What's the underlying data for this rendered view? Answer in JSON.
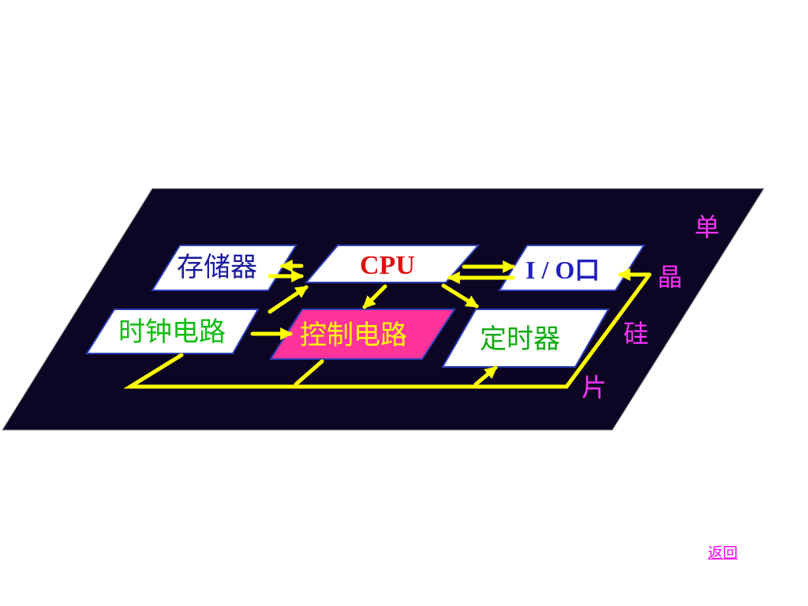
{
  "colors": {
    "chip": "#0c0524",
    "box_fill": "#ffffff",
    "box_border": "#2e3fb8",
    "control_fill": "#ff3399",
    "connector": "#ffff00",
    "memory_text": "#1a1aa0",
    "cpu_text": "#e01010",
    "io_text": "#2020c0",
    "clock_text": "#11bb11",
    "control_text": "#ffff00",
    "timer_text": "#11aa11",
    "side_text": "#ff33ff",
    "link_text": "#ff00ff"
  },
  "diagram": {
    "memory": "存储器",
    "cpu": "CPU",
    "io": "I / O口",
    "clock": "时钟电路",
    "control": "控制电路",
    "timer": "定时器"
  },
  "chip_label": [
    "单",
    "晶",
    "硅",
    "片"
  ],
  "nav": {
    "back_label": "返回"
  }
}
